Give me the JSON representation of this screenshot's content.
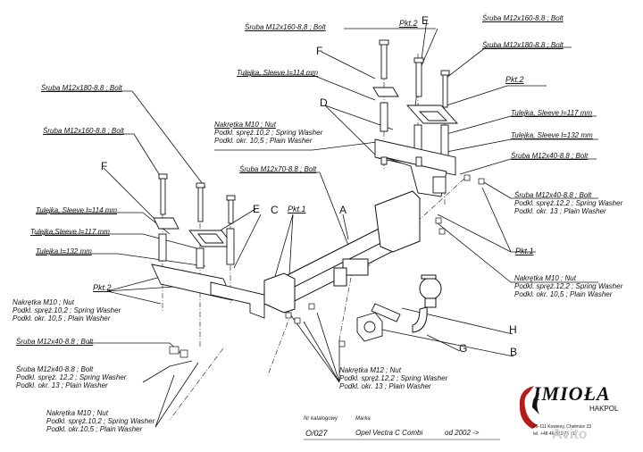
{
  "labels": {
    "bolt_160_top": "Śruba M12x160-8.8 ; Bolt",
    "bolt_180_top": "Śruba M12x180-8.8 ; Bolt",
    "bolt_180_left": "Śruba M12x180-8.8 ; Bolt",
    "bolt_160_left": "Śruba M12x160-8.8 ; Bolt",
    "sleeve_114_top": "Tulejka, Sleeve l=114 mm",
    "sleeve_117_right": "Tulejka, Sleeve l=117 mm",
    "sleeve_132_right": "Tulejka, Sleeve l=132 mm",
    "bolt_m12x40_right": "Śruba M12x40-8.8 ; Bolt",
    "nut_m10_top": [
      "Nakrętka M10 ; Nut",
      "Podkl. spręż.10,2 ; Spring Washer",
      "Podkl. okr. 10,5 ; Plain Washer"
    ],
    "bolt_m12x70": "Śruba M12x70-8.8 ; Bolt",
    "bolt_m12x40_washers_right": [
      "Śruba M12x40-8.8 ; Bolt",
      "Podkl. spręż.12,2 ; Spring Washer",
      "Podkl. okr. 13 ; Plain Washer"
    ],
    "sleeve_114_left": "Tulejka, Sleeve l=114 mm",
    "sleeve_117_left": "Tulejka,Sleeve l=117 mm",
    "sleeve_132_left": "Tulejka l=132 mm",
    "nut_m10_right": [
      "Nakrętka M10 ; Nut",
      "Podkl. spręż.12,2 ; Spring Washer",
      "Podkl. okr. 10,5 ; Plain Washer"
    ],
    "nut_m10_left": [
      "Nakrętka M10 ; Nut",
      "Podkl. spręż.10,2 ; Spring Washer",
      "Podkl. okr. 10,5 ; Plain Washer"
    ],
    "bolt_m12x40_left": "Śruba M12x40-8.8 ; Bolt",
    "bolt_m12x40_washers_left": [
      "Śruba M12x40-8.8 ; Bolt",
      "Podkl. spręż. 12,2 ; Spring Washer",
      "Podkl. okr. 13 ; Plain Washer"
    ],
    "nut_m12_center": [
      "Nakrętka M12 ; Nut",
      "Podkl. spręż.12,2 ; Spring Washer",
      "Podkl. okr. 13 ; Plain Washer"
    ],
    "nut_m10_bottom": [
      "Nakrętka M10 ; Nut",
      "Podkl. spręż.10,2 ; Spring Washer",
      "Podkl. okr.10,5 ; Plain Washer"
    ]
  },
  "pkt": {
    "pkt2_top": "Pkt.2",
    "pkt2_right": "Pkt.2",
    "pkt1_center": "Pkt.1",
    "pkt1_right": "Pkt.1",
    "pkt2_left": "Pkt.2"
  },
  "letters": {
    "E_top": "E",
    "F_top": "F",
    "D": "D",
    "F_left": "F",
    "E_left": "E",
    "C": "C",
    "A": "A",
    "H": "H",
    "G": "G",
    "B": "B"
  },
  "footer": {
    "catalog_caption": "Nr katalogowy",
    "catalog_value": "O/027",
    "brand_caption": "Marka",
    "car_model": "Opel Vectra C Combi",
    "year": "od 2002 ->"
  },
  "logo": {
    "name": "IMIOŁA",
    "sub": "HAKPOL",
    "address_line1": "96-111 Kowiesy, Chełmice 23",
    "address_line2": "tel. +48 46 831 73 11"
  },
  "watermark": "Avito"
}
